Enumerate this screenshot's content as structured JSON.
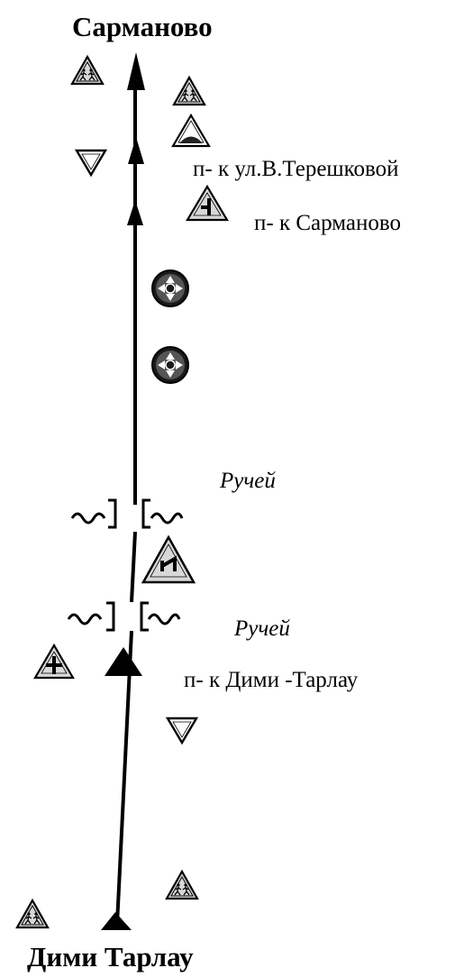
{
  "towns": {
    "north": "Сарманово",
    "south": "Дими Тарлау"
  },
  "junctions": [
    {
      "label": "п- к ул.В.Терешковой"
    },
    {
      "label": "п- к Сарманово"
    },
    {
      "label": "п- к  Дими -Тарлау"
    }
  ],
  "streams": [
    {
      "label": "Ручей"
    },
    {
      "label": "Ручей"
    }
  ],
  "signs": [
    "children-warning-sign",
    "children-warning-sign",
    "speed-bump-warning-sign",
    "give-way-sign",
    "side-road-junction-sign",
    "roundabout-sign",
    "roundabout-sign",
    "double-bend-sign",
    "crossroads-sign",
    "give-way-sign",
    "children-warning-sign",
    "children-warning-sign"
  ],
  "bridges": [
    "bridge-symbol",
    "bridge-symbol"
  ],
  "colors": {
    "ink": "#000000",
    "sign_fill": "#d8d8d8",
    "background": "#ffffff"
  }
}
